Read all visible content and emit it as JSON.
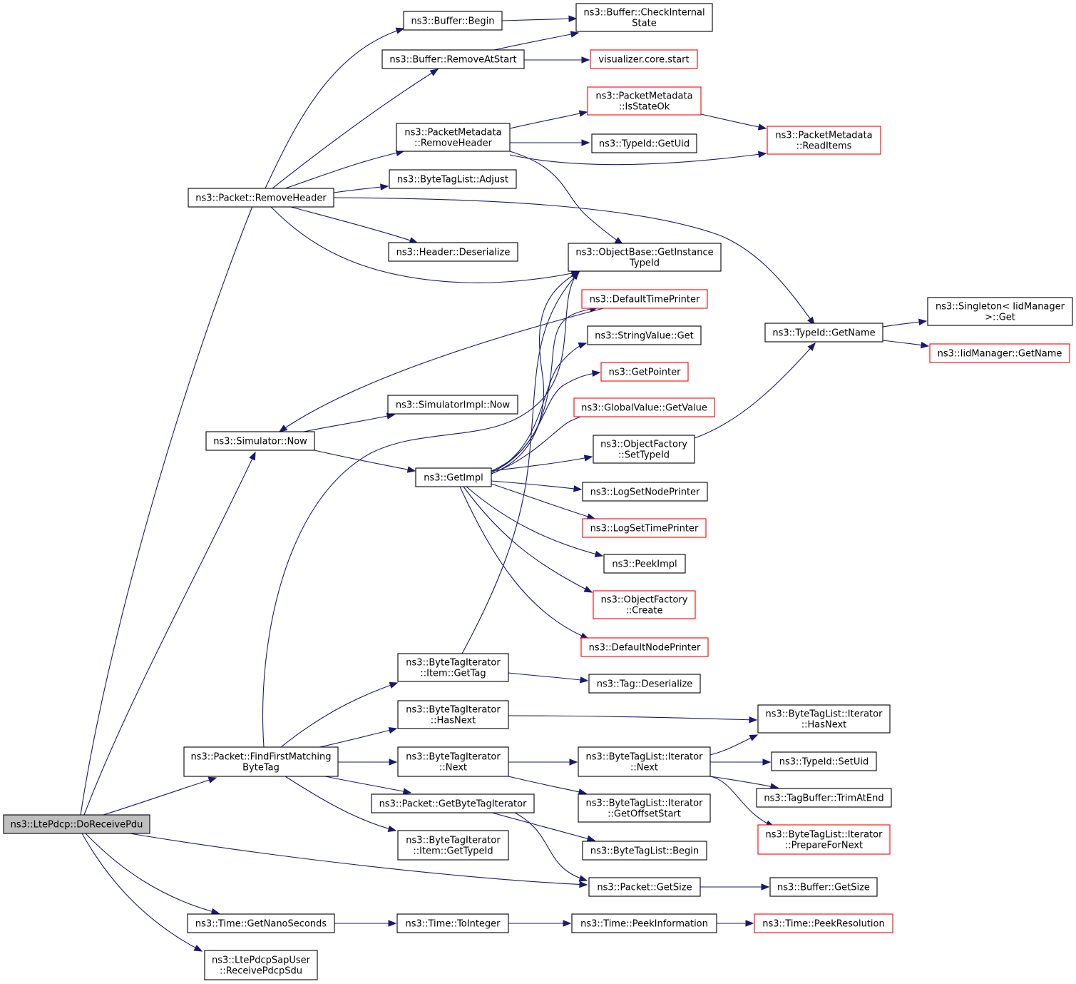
{
  "nodes": [
    {
      "id": "root",
      "lines": [
        "ns3::LtePdcp::DoReceivePdu"
      ],
      "style": "root"
    },
    {
      "id": "buffer_begin",
      "lines": [
        "ns3::Buffer::Begin"
      ],
      "style": "normal"
    },
    {
      "id": "buffer_check",
      "lines": [
        "ns3::Buffer::CheckInternal",
        "State"
      ],
      "style": "normal"
    },
    {
      "id": "buffer_remove",
      "lines": [
        "ns3::Buffer::RemoveAtStart"
      ],
      "style": "normal"
    },
    {
      "id": "vis_start",
      "lines": [
        "visualizer.core.start"
      ],
      "style": "red"
    },
    {
      "id": "pm_isstateok",
      "lines": [
        "ns3::PacketMetadata",
        "::IsStateOk"
      ],
      "style": "red"
    },
    {
      "id": "pm_removeheader",
      "lines": [
        "ns3::PacketMetadata",
        "::RemoveHeader"
      ],
      "style": "normal"
    },
    {
      "id": "pm_readitems",
      "lines": [
        "ns3::PacketMetadata",
        "::ReadItems"
      ],
      "style": "red"
    },
    {
      "id": "typeid_getuid",
      "lines": [
        "ns3::TypeId::GetUid"
      ],
      "style": "normal"
    },
    {
      "id": "btl_adjust",
      "lines": [
        "ns3::ByteTagList::Adjust"
      ],
      "style": "normal"
    },
    {
      "id": "packet_removeheader",
      "lines": [
        "ns3::Packet::RemoveHeader"
      ],
      "style": "normal"
    },
    {
      "id": "header_deser",
      "lines": [
        "ns3::Header::Deserialize"
      ],
      "style": "normal"
    },
    {
      "id": "ob_getinst",
      "lines": [
        "ns3::ObjectBase::GetInstance",
        "TypeId"
      ],
      "style": "normal"
    },
    {
      "id": "default_time_printer",
      "lines": [
        "ns3::DefaultTimePrinter"
      ],
      "style": "red"
    },
    {
      "id": "typeid_getname",
      "lines": [
        "ns3::TypeId::GetName"
      ],
      "style": "normal"
    },
    {
      "id": "singleton_get",
      "lines": [
        "ns3::Singleton< IidManager",
        ">::Get"
      ],
      "style": "normal"
    },
    {
      "id": "iid_getname",
      "lines": [
        "ns3::IidManager::GetName"
      ],
      "style": "red"
    },
    {
      "id": "stringvalue_get",
      "lines": [
        "ns3::StringValue::Get"
      ],
      "style": "normal"
    },
    {
      "id": "getpointer",
      "lines": [
        "ns3::GetPointer"
      ],
      "style": "red"
    },
    {
      "id": "simimpl_now",
      "lines": [
        "ns3::SimulatorImpl::Now"
      ],
      "style": "normal"
    },
    {
      "id": "globalvalue_get",
      "lines": [
        "ns3::GlobalValue::GetValue"
      ],
      "style": "red"
    },
    {
      "id": "simulator_now",
      "lines": [
        "ns3::Simulator::Now"
      ],
      "style": "normal"
    },
    {
      "id": "of_settypeid",
      "lines": [
        "ns3::ObjectFactory",
        "::SetTypeId"
      ],
      "style": "normal"
    },
    {
      "id": "getimpl",
      "lines": [
        "ns3::GetImpl"
      ],
      "style": "normal"
    },
    {
      "id": "logsetnode",
      "lines": [
        "ns3::LogSetNodePrinter"
      ],
      "style": "normal"
    },
    {
      "id": "logsettime",
      "lines": [
        "ns3::LogSetTimePrinter"
      ],
      "style": "red"
    },
    {
      "id": "peekimpl",
      "lines": [
        "ns3::PeekImpl"
      ],
      "style": "normal"
    },
    {
      "id": "of_create",
      "lines": [
        "ns3::ObjectFactory",
        "::Create"
      ],
      "style": "red"
    },
    {
      "id": "default_node_printer",
      "lines": [
        "ns3::DefaultNodePrinter"
      ],
      "style": "red"
    },
    {
      "id": "bti_item_gettag",
      "lines": [
        "ns3::ByteTagIterator",
        "::Item::GetTag"
      ],
      "style": "normal"
    },
    {
      "id": "tag_deser",
      "lines": [
        "ns3::Tag::Deserialize"
      ],
      "style": "normal"
    },
    {
      "id": "bti_hasnext",
      "lines": [
        "ns3::ByteTagIterator",
        "::HasNext"
      ],
      "style": "normal"
    },
    {
      "id": "btli_hasnext",
      "lines": [
        "ns3::ByteTagList::Iterator",
        "::HasNext"
      ],
      "style": "normal"
    },
    {
      "id": "packet_ffmbt",
      "lines": [
        "ns3::Packet::FindFirstMatching",
        "ByteTag"
      ],
      "style": "normal"
    },
    {
      "id": "bti_next",
      "lines": [
        "ns3::ByteTagIterator",
        "::Next"
      ],
      "style": "normal"
    },
    {
      "id": "btli_next",
      "lines": [
        "ns3::ByteTagList::Iterator",
        "::Next"
      ],
      "style": "normal"
    },
    {
      "id": "typeid_setuid",
      "lines": [
        "ns3::TypeId::SetUid"
      ],
      "style": "normal"
    },
    {
      "id": "packet_getbti",
      "lines": [
        "ns3::Packet::GetByteTagIterator"
      ],
      "style": "normal"
    },
    {
      "id": "btli_getoffset",
      "lines": [
        "ns3::ByteTagList::Iterator",
        "::GetOffsetStart"
      ],
      "style": "normal"
    },
    {
      "id": "tagbuffer_trim",
      "lines": [
        "ns3::TagBuffer::TrimAtEnd"
      ],
      "style": "normal"
    },
    {
      "id": "btli_prepare",
      "lines": [
        "ns3::ByteTagList::Iterator",
        "::PrepareForNext"
      ],
      "style": "red"
    },
    {
      "id": "bti_item_gettypeid",
      "lines": [
        "ns3::ByteTagIterator",
        "::Item::GetTypeId"
      ],
      "style": "normal"
    },
    {
      "id": "btl_begin",
      "lines": [
        "ns3::ByteTagList::Begin"
      ],
      "style": "normal"
    },
    {
      "id": "packet_getsize",
      "lines": [
        "ns3::Packet::GetSize"
      ],
      "style": "normal"
    },
    {
      "id": "buffer_getsize",
      "lines": [
        "ns3::Buffer::GetSize"
      ],
      "style": "normal"
    },
    {
      "id": "time_getnano",
      "lines": [
        "ns3::Time::GetNanoSeconds"
      ],
      "style": "normal"
    },
    {
      "id": "time_tointeger",
      "lines": [
        "ns3::Time::ToInteger"
      ],
      "style": "normal"
    },
    {
      "id": "time_peekinfo",
      "lines": [
        "ns3::Time::PeekInformation"
      ],
      "style": "normal"
    },
    {
      "id": "time_peekres",
      "lines": [
        "ns3::Time::PeekResolution"
      ],
      "style": "red"
    },
    {
      "id": "ltepdcpsapuser",
      "lines": [
        "ns3::LtePdcpSapUser",
        "::ReceivePdcpSdu"
      ],
      "style": "normal"
    }
  ],
  "edges": [
    {
      "from": "root",
      "to": "packet_removeheader"
    },
    {
      "from": "root",
      "to": "simulator_now"
    },
    {
      "from": "root",
      "to": "packet_ffmbt"
    },
    {
      "from": "root",
      "to": "packet_getsize"
    },
    {
      "from": "root",
      "to": "time_getnano"
    },
    {
      "from": "root",
      "to": "ltepdcpsapuser"
    },
    {
      "from": "packet_removeheader",
      "to": "buffer_begin"
    },
    {
      "from": "packet_removeheader",
      "to": "buffer_remove"
    },
    {
      "from": "packet_removeheader",
      "to": "pm_removeheader"
    },
    {
      "from": "packet_removeheader",
      "to": "btl_adjust"
    },
    {
      "from": "packet_removeheader",
      "to": "header_deser"
    },
    {
      "from": "packet_removeheader",
      "to": "ob_getinst"
    },
    {
      "from": "packet_removeheader",
      "to": "typeid_getname"
    },
    {
      "from": "buffer_begin",
      "to": "buffer_check"
    },
    {
      "from": "buffer_remove",
      "to": "buffer_check"
    },
    {
      "from": "buffer_remove",
      "to": "vis_start"
    },
    {
      "from": "pm_removeheader",
      "to": "pm_isstateok"
    },
    {
      "from": "pm_removeheader",
      "to": "typeid_getuid"
    },
    {
      "from": "pm_removeheader",
      "to": "pm_readitems"
    },
    {
      "from": "pm_removeheader",
      "to": "ob_getinst"
    },
    {
      "from": "pm_isstateok",
      "to": "pm_readitems"
    },
    {
      "from": "typeid_getname",
      "to": "singleton_get"
    },
    {
      "from": "typeid_getname",
      "to": "iid_getname"
    },
    {
      "from": "default_time_printer",
      "to": "simulator_now"
    },
    {
      "from": "simulator_now",
      "to": "simimpl_now"
    },
    {
      "from": "simulator_now",
      "to": "getimpl"
    },
    {
      "from": "getimpl",
      "to": "ob_getinst"
    },
    {
      "from": "getimpl",
      "to": "default_time_printer"
    },
    {
      "from": "getimpl",
      "to": "stringvalue_get"
    },
    {
      "from": "getimpl",
      "to": "getpointer"
    },
    {
      "from": "getimpl",
      "to": "globalvalue_get"
    },
    {
      "from": "getimpl",
      "to": "of_settypeid"
    },
    {
      "from": "getimpl",
      "to": "logsetnode"
    },
    {
      "from": "getimpl",
      "to": "logsettime"
    },
    {
      "from": "getimpl",
      "to": "peekimpl"
    },
    {
      "from": "getimpl",
      "to": "of_create"
    },
    {
      "from": "getimpl",
      "to": "default_node_printer"
    },
    {
      "from": "of_settypeid",
      "to": "typeid_getname"
    },
    {
      "from": "packet_ffmbt",
      "to": "ob_getinst"
    },
    {
      "from": "packet_ffmbt",
      "to": "bti_item_gettag"
    },
    {
      "from": "packet_ffmbt",
      "to": "bti_hasnext"
    },
    {
      "from": "packet_ffmbt",
      "to": "bti_next"
    },
    {
      "from": "packet_ffmbt",
      "to": "packet_getbti"
    },
    {
      "from": "packet_ffmbt",
      "to": "bti_item_gettypeid"
    },
    {
      "from": "bti_item_gettag",
      "to": "ob_getinst"
    },
    {
      "from": "bti_item_gettag",
      "to": "tag_deser"
    },
    {
      "from": "bti_hasnext",
      "to": "btli_hasnext"
    },
    {
      "from": "bti_next",
      "to": "btli_next"
    },
    {
      "from": "bti_next",
      "to": "btli_getoffset"
    },
    {
      "from": "btli_next",
      "to": "btli_hasnext"
    },
    {
      "from": "btli_next",
      "to": "typeid_setuid"
    },
    {
      "from": "btli_next",
      "to": "tagbuffer_trim"
    },
    {
      "from": "btli_next",
      "to": "btli_prepare"
    },
    {
      "from": "packet_getbti",
      "to": "btl_begin"
    },
    {
      "from": "packet_getbti",
      "to": "packet_getsize"
    },
    {
      "from": "packet_getsize",
      "to": "buffer_getsize"
    },
    {
      "from": "time_getnano",
      "to": "time_tointeger"
    },
    {
      "from": "time_tointeger",
      "to": "time_peekinfo"
    },
    {
      "from": "time_peekinfo",
      "to": "time_peekres"
    }
  ]
}
